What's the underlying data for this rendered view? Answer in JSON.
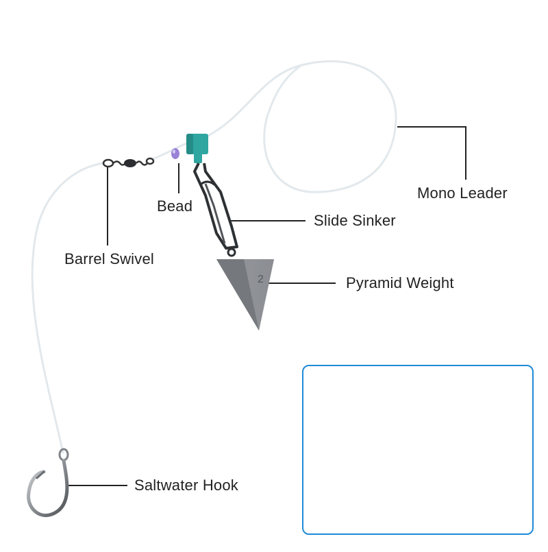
{
  "labels": {
    "mono_leader": "Mono Leader",
    "bead": "Bead",
    "slide_sinker": "Slide Sinker",
    "barrel_swivel": "Barrel Swivel",
    "pyramid_weight": "Pyramid Weight",
    "saltwater_hook": "Saltwater Hook"
  },
  "weight_mark": "2",
  "colors": {
    "line": "#e4eaee",
    "leader": "#222222",
    "metal": "#6b6e72",
    "lead": "#8d9094",
    "slider": "#2fa6a0",
    "bead": "#8a6fc9",
    "inset_border": "#1e8ad6",
    "eye_bead": "#2a3f9e"
  }
}
